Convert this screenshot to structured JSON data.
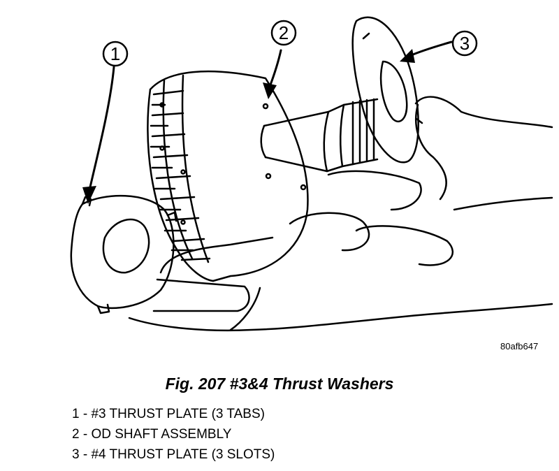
{
  "callouts": [
    {
      "number": "1"
    },
    {
      "number": "2"
    },
    {
      "number": "3"
    }
  ],
  "reference_code": "80afb647",
  "caption": "Fig. 207 #3&4 Thrust Washers",
  "legend": [
    {
      "number": "1",
      "text": "#3 THRUST PLATE (3 TABS)"
    },
    {
      "number": "2",
      "text": "OD SHAFT ASSEMBLY"
    },
    {
      "number": "3",
      "text": "#4 THRUST PLATE (3 SLOTS)"
    }
  ]
}
